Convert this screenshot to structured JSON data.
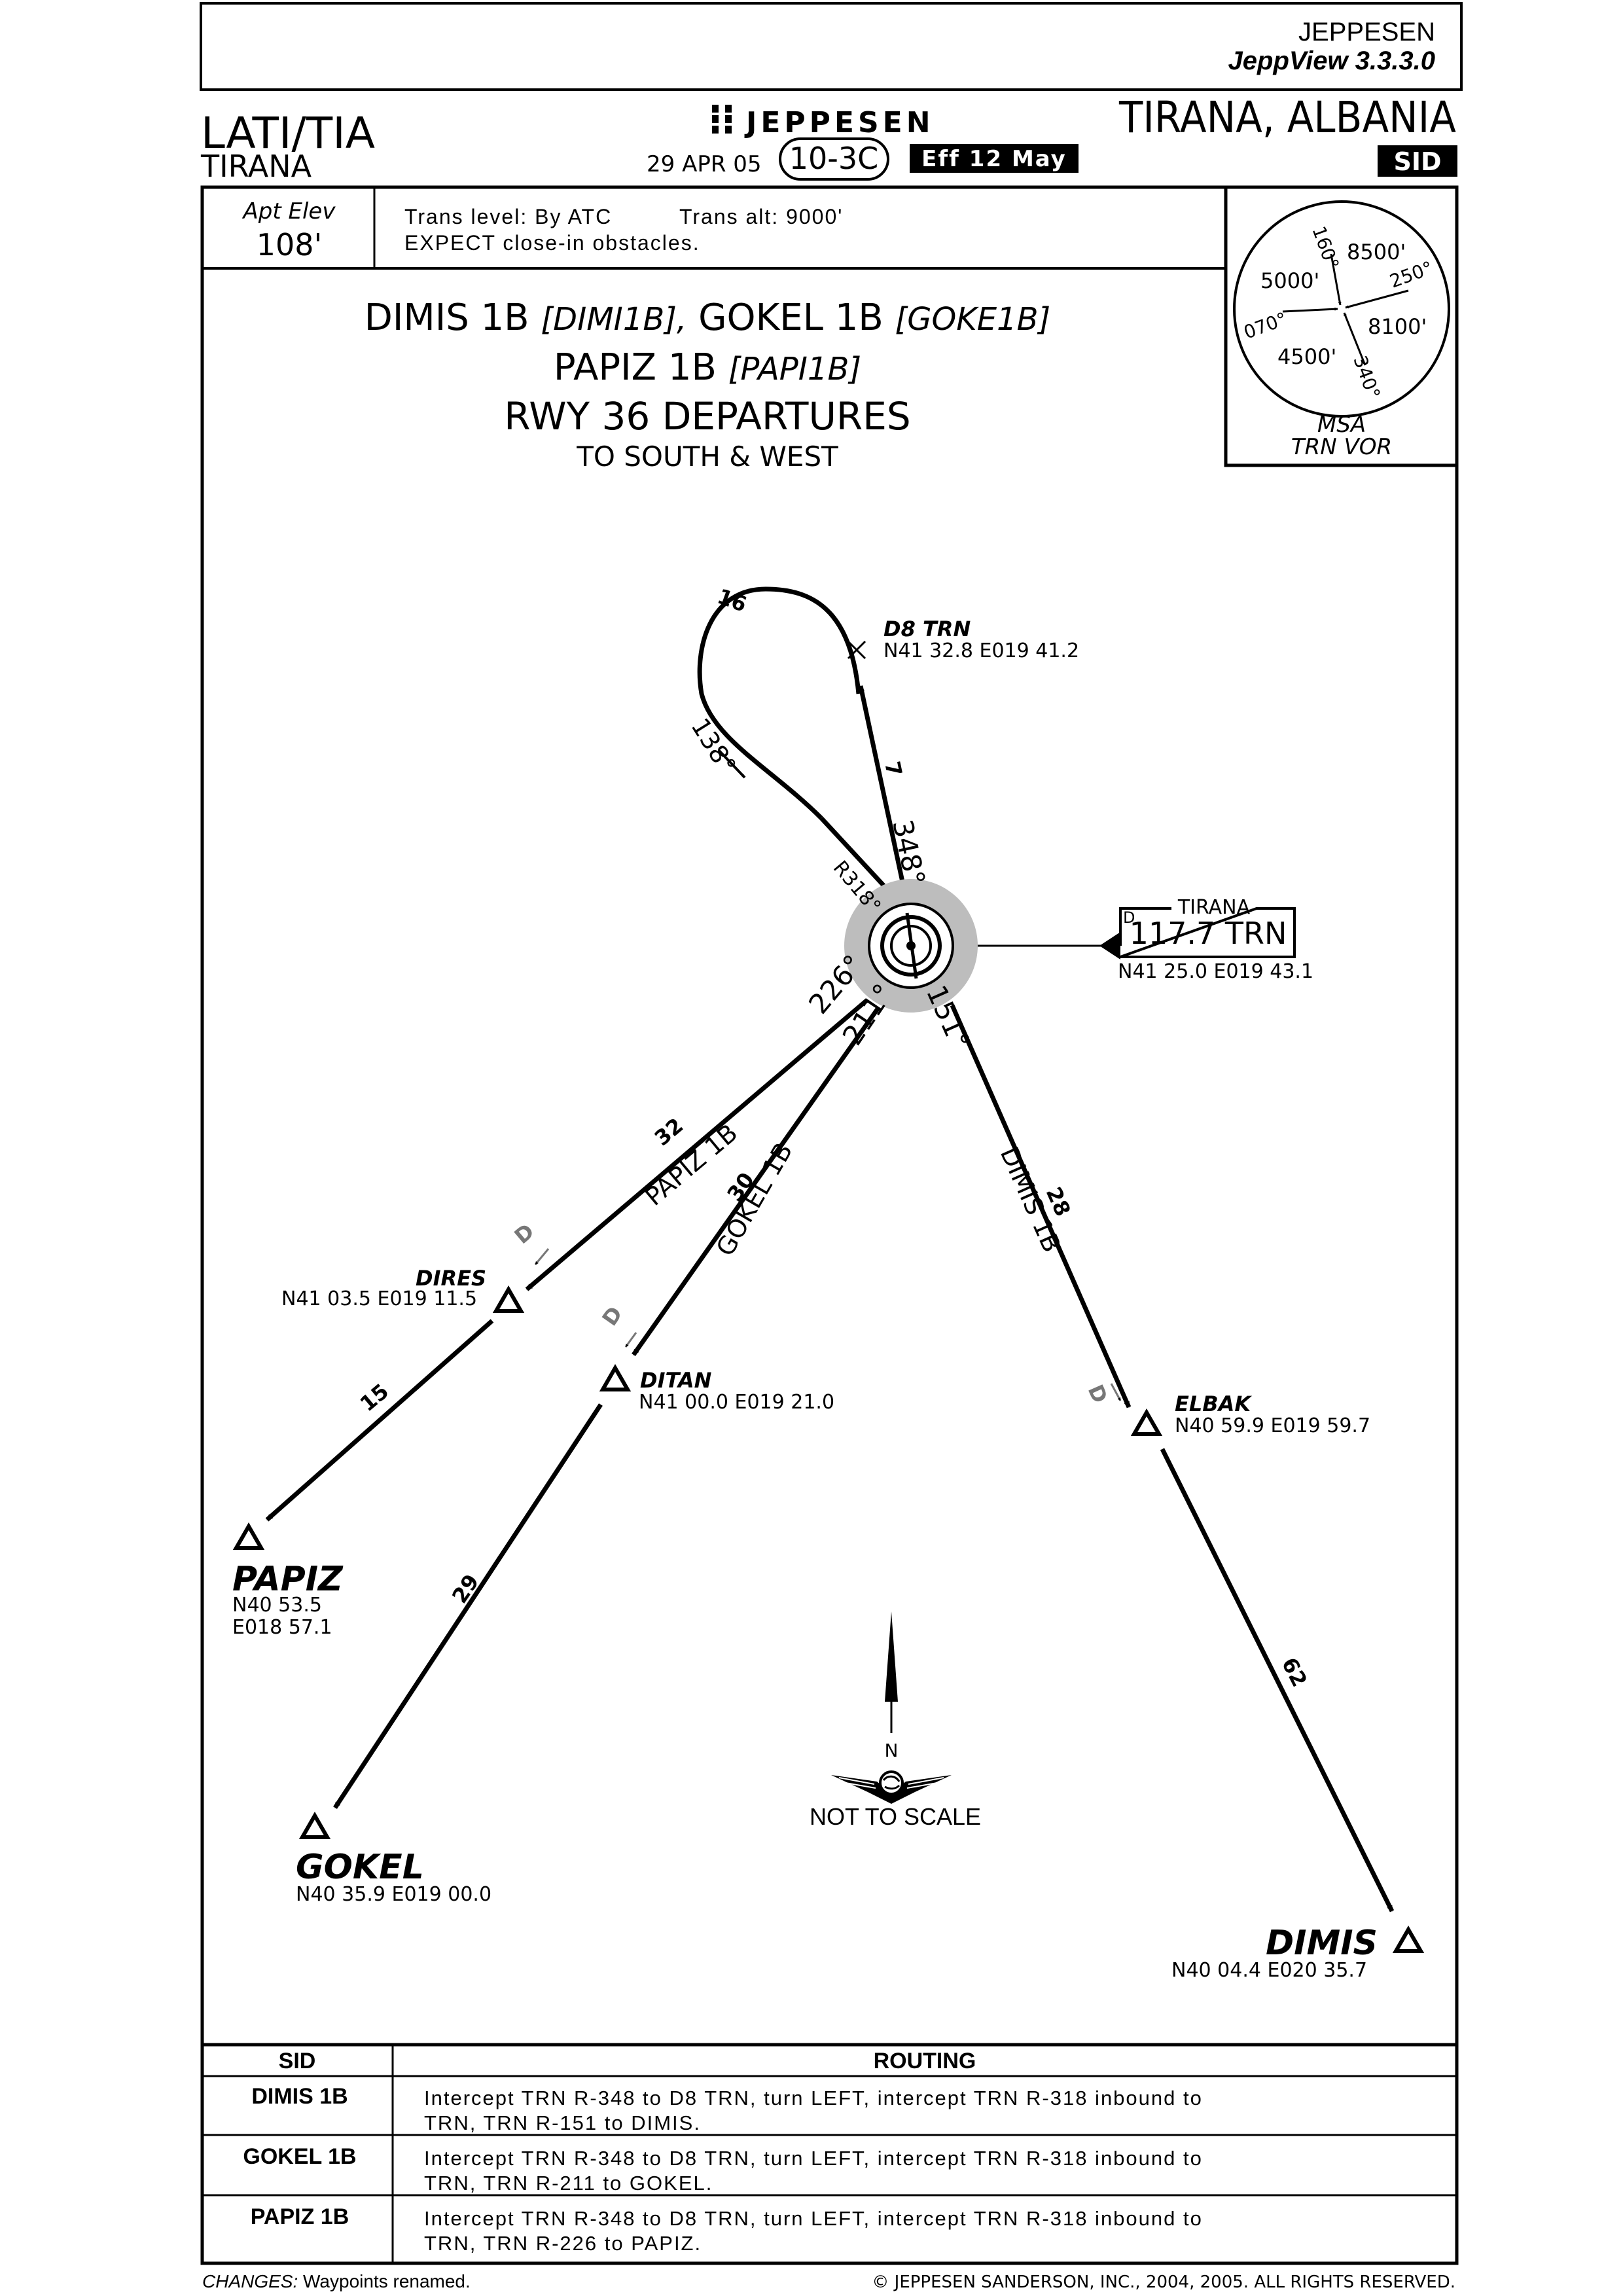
{
  "viewer": {
    "brand": "JEPPESEN",
    "version": "JeppView 3.3.3.0"
  },
  "header": {
    "icao_iata": "LATI/TIA",
    "city_left": "TIRANA",
    "logo_text": "JEPPESEN",
    "date": "29 APR 05",
    "chart_number": "10-3C",
    "effective": "Eff 12 May",
    "city_country": "TIRANA, ALBANIA",
    "chart_type": "SID"
  },
  "info": {
    "apt_elev_label": "Apt Elev",
    "apt_elev_value": "108'",
    "trans_level": "Trans level: By ATC",
    "trans_alt": "Trans alt: 9000'",
    "note": "EXPECT close-in obstacles."
  },
  "msa": {
    "label": "MSA",
    "sublabel": "TRN VOR",
    "bearings": [
      "160°",
      "250°",
      "070°",
      "340°"
    ],
    "sectors": [
      "8500'",
      "5000'",
      "8100'",
      "4500'"
    ]
  },
  "title": {
    "line1_a": "DIMIS 1B",
    "line1_a_code": "[DIMI1B],",
    "line1_b": "GOKEL 1B",
    "line1_b_code": "[GOKE1B]",
    "line2": "PAPIZ 1B",
    "line2_code": "[PAPI1B]",
    "line3": "RWY 36 DEPARTURES",
    "line4": "TO SOUTH & WEST"
  },
  "navaid": {
    "name": "TIRANA",
    "freq_ident": "117.7 TRN",
    "d_symbol": "D",
    "coords": "N41 25.0 E019 43.1"
  },
  "fixes": {
    "d8trn": {
      "name": "D8 TRN",
      "coords": "N41 32.8 E019 41.2"
    },
    "dires": {
      "name": "DIRES",
      "coords": "N41 03.5 E019 11.5"
    },
    "ditan": {
      "name": "DITAN",
      "coords": "N41 00.0 E019 21.0"
    },
    "elbak": {
      "name": "ELBAK",
      "coords": "N40 59.9 E019 59.7"
    },
    "papiz": {
      "name": "PAPIZ",
      "coords1": "N40 53.5",
      "coords2": "E018 57.1"
    },
    "gokel": {
      "name": "GOKEL",
      "coords": "N40 35.9 E019 00.0"
    },
    "dimis": {
      "name": "DIMIS",
      "coords": "N40 04.4 E020 35.7"
    }
  },
  "legs": {
    "dist_16": "16",
    "hdg_138": "138°",
    "dist_7": "7",
    "rad_348": "348°",
    "rad_r318": "R318°",
    "rad_226": "226°",
    "rad_211": "211°",
    "rad_151": "151°",
    "dist_32": "32",
    "dist_30": "30",
    "dist_28": "28",
    "dist_15": "15",
    "dist_29": "29",
    "dist_62": "62",
    "papiz_route": "PAPIZ 1B",
    "gokel_route": "GOKEL 1B",
    "dimis_route": "DIMIS 1B",
    "dme_d": "D"
  },
  "compass": {
    "north": "N",
    "scale_note": "NOT TO SCALE"
  },
  "table": {
    "col_sid": "SID",
    "col_routing": "ROUTING",
    "rows": [
      {
        "sid": "DIMIS 1B",
        "line1": "Intercept TRN R-348 to D8 TRN, turn LEFT, intercept TRN R-318 inbound to",
        "line2": "TRN, TRN R-151 to DIMIS."
      },
      {
        "sid": "GOKEL 1B",
        "line1": "Intercept TRN R-348 to D8 TRN, turn LEFT, intercept TRN R-318 inbound to",
        "line2": "TRN, TRN R-211 to GOKEL."
      },
      {
        "sid": "PAPIZ 1B",
        "line1": "Intercept TRN R-348 to D8 TRN, turn LEFT, intercept TRN R-318 inbound to",
        "line2": "TRN, TRN R-226 to PAPIZ."
      }
    ]
  },
  "footer": {
    "changes_label": "CHANGES:",
    "changes_text": "Waypoints renamed.",
    "copyright": "© JEPPESEN SANDERSON, INC., 2004, 2005. ALL RIGHTS RESERVED."
  }
}
